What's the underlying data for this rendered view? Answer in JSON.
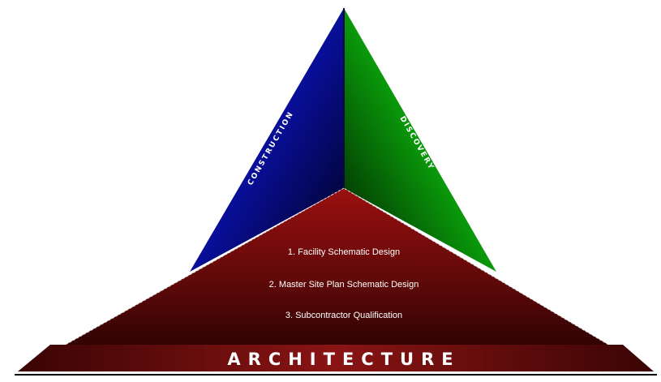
{
  "faces": {
    "left": {
      "label": "CONSTRUCTION",
      "color": "#0a10d8"
    },
    "right": {
      "label": "DISCOVERY",
      "color": "#08c808"
    }
  },
  "base": {
    "title": "ARCHITECTURE",
    "color": "#7a0c0c",
    "steps": [
      "1. Facility Schematic Design",
      "2. Master Site Plan Schematic Design",
      "3. Subcontractor Qualification"
    ]
  }
}
